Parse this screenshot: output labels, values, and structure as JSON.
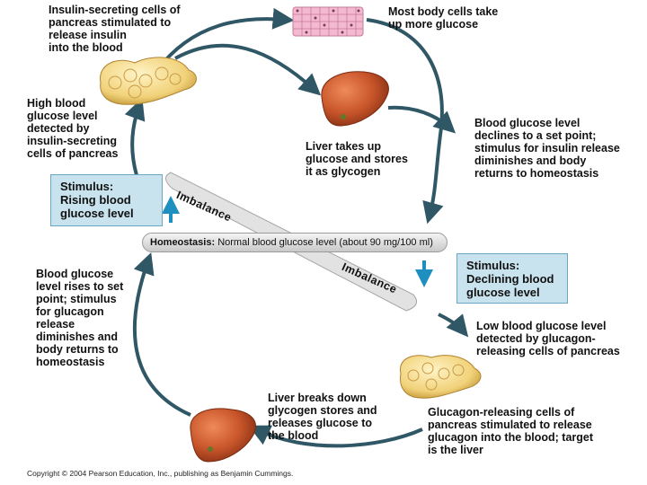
{
  "labels": {
    "insulin_secreting": "Insulin-secreting cells of\npancreas stimulated to\nrelease insulin\ninto the blood",
    "body_cells": "Most body cells take\nup more glucose",
    "high_glucose": "High blood\nglucose level\ndetected by\ninsulin-secreting\ncells of pancreas",
    "liver_stores": "Liver takes up\nglucose and stores\nit as glycogen",
    "declines": "Blood glucose level\ndeclines to a set point;\nstimulus for insulin release\ndiminishes and body\nreturns to homeostasis",
    "rises": "Blood glucose\nlevel rises to set\npoint; stimulus\nfor glucagon\nrelease\ndiminishes and\nbody returns to\nhomeostasis",
    "low_glucose": "Low blood glucose level\ndetected by glucagon-\nreleasing cells of pancreas",
    "liver_breaks": "Liver breaks down\nglycogen stores and\nreleases glucose to\nthe blood",
    "glucagon_releasing": "Glucagon-releasing cells of\npancreas stimulated to release\nglucagon into the blood; target\nis the liver"
  },
  "stimulus": {
    "rising": "Stimulus:\nRising blood\nglucose level",
    "declining": "Stimulus:\nDeclining blood\nglucose level"
  },
  "homeostasis": {
    "label": "Homeostasis:",
    "text": " Normal blood glucose level (about 90 mg/100 ml)"
  },
  "imbalance_top": "Imbalance",
  "imbalance_bottom": "Imbalance",
  "copyright": "Copyright © 2004 Pearson Education, Inc., publishing as Benjamin Cummings.",
  "colors": {
    "arrow": "#2f5766",
    "up_down_arrow": "#1f8fc0",
    "stimulus_bg": "#c9e3ee",
    "liver": "#c8552a",
    "pancreas": "#f1d27a"
  }
}
